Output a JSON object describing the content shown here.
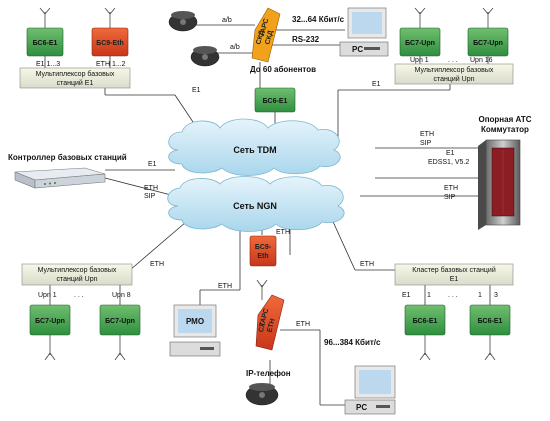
{
  "clouds": {
    "tdm": "Сеть TDM",
    "ngn": "Сеть NGN"
  },
  "stations": {
    "top_left_bs6": "БС6-Е1",
    "top_left_bs9": "БС9-Eth",
    "top_right_a": "БС7-Upn",
    "top_right_b": "БС7-Upn",
    "mid_bs6": "БС6-Е1",
    "ngn_bs9_line1": "БС9-",
    "ngn_bs9_line2": "Eth",
    "bot_left_a": "БС7-Upn",
    "bot_left_b": "БС7-Upn",
    "bot_right_a": "БС6-Е1",
    "bot_right_b": "БС6-Е1"
  },
  "muxes": {
    "top_left_line1": "Мультиплексор базовых",
    "top_left_line2": "станций Е1",
    "top_right_line1": "Мультиплексор базовых",
    "top_right_line2": "станций Upn",
    "bot_left_line1": "Мультиплексор базовых",
    "bot_left_line2": "станций Upn",
    "bot_right_line1": "Кластер базовых станций",
    "bot_right_line2": "Е1"
  },
  "labels": {
    "e1_3": "E1 1...3",
    "eth_1_2": "ETH 1...2",
    "upn1_top": "Upn 1",
    "dots_top": ". . .",
    "upn16": "Upn 16",
    "ab1": "a/b",
    "ab2": "a/b",
    "speed_top": "32...64 Кбит/с",
    "rs232": "RS-232",
    "subscribers": "До 60 абонентов",
    "pc": "PC",
    "e1_left": "E1",
    "e1_right": "E1",
    "controller": "Контроллер базовых станций",
    "ctrl_e1": "E1",
    "ctrl_eth": "ETH",
    "ctrl_sip": "SIP",
    "atc_line1": "Опорная АТС",
    "atc_line2": "Коммутатор",
    "atc_eth": "ETH",
    "atc_sip": "SIP",
    "atc_e1": "E1",
    "atc_edss": "EDSS1, V5.2",
    "atc_eth2": "ETH",
    "atc_sip2": "SIP",
    "eth_bs9": "ETH",
    "eth_botleft": "ETH",
    "eth_botright": "ETH",
    "upn1_bot": "Upn 1",
    "dots_bot": ". . .",
    "upn8": "Upn 8",
    "e1_b1": "E1",
    "e1_b2": "1",
    "e1_b3": "1",
    "e1_b4": "3",
    "dots_bot2": ". . .",
    "pmo": "РМО",
    "eth_pmo": "ETH",
    "eth_tads2": "ETH",
    "speed_bot": "96...384 Кбит/с",
    "ip_phone": "IP-телефон",
    "pc2": "PC",
    "tads1_line1": "ТАРС",
    "tads1_line2": "СКД",
    "tads1_line3": "СКД",
    "tads2_line1": "ТАРС",
    "tads2_line2": "СХ",
    "tads2_line3": "ETH"
  }
}
